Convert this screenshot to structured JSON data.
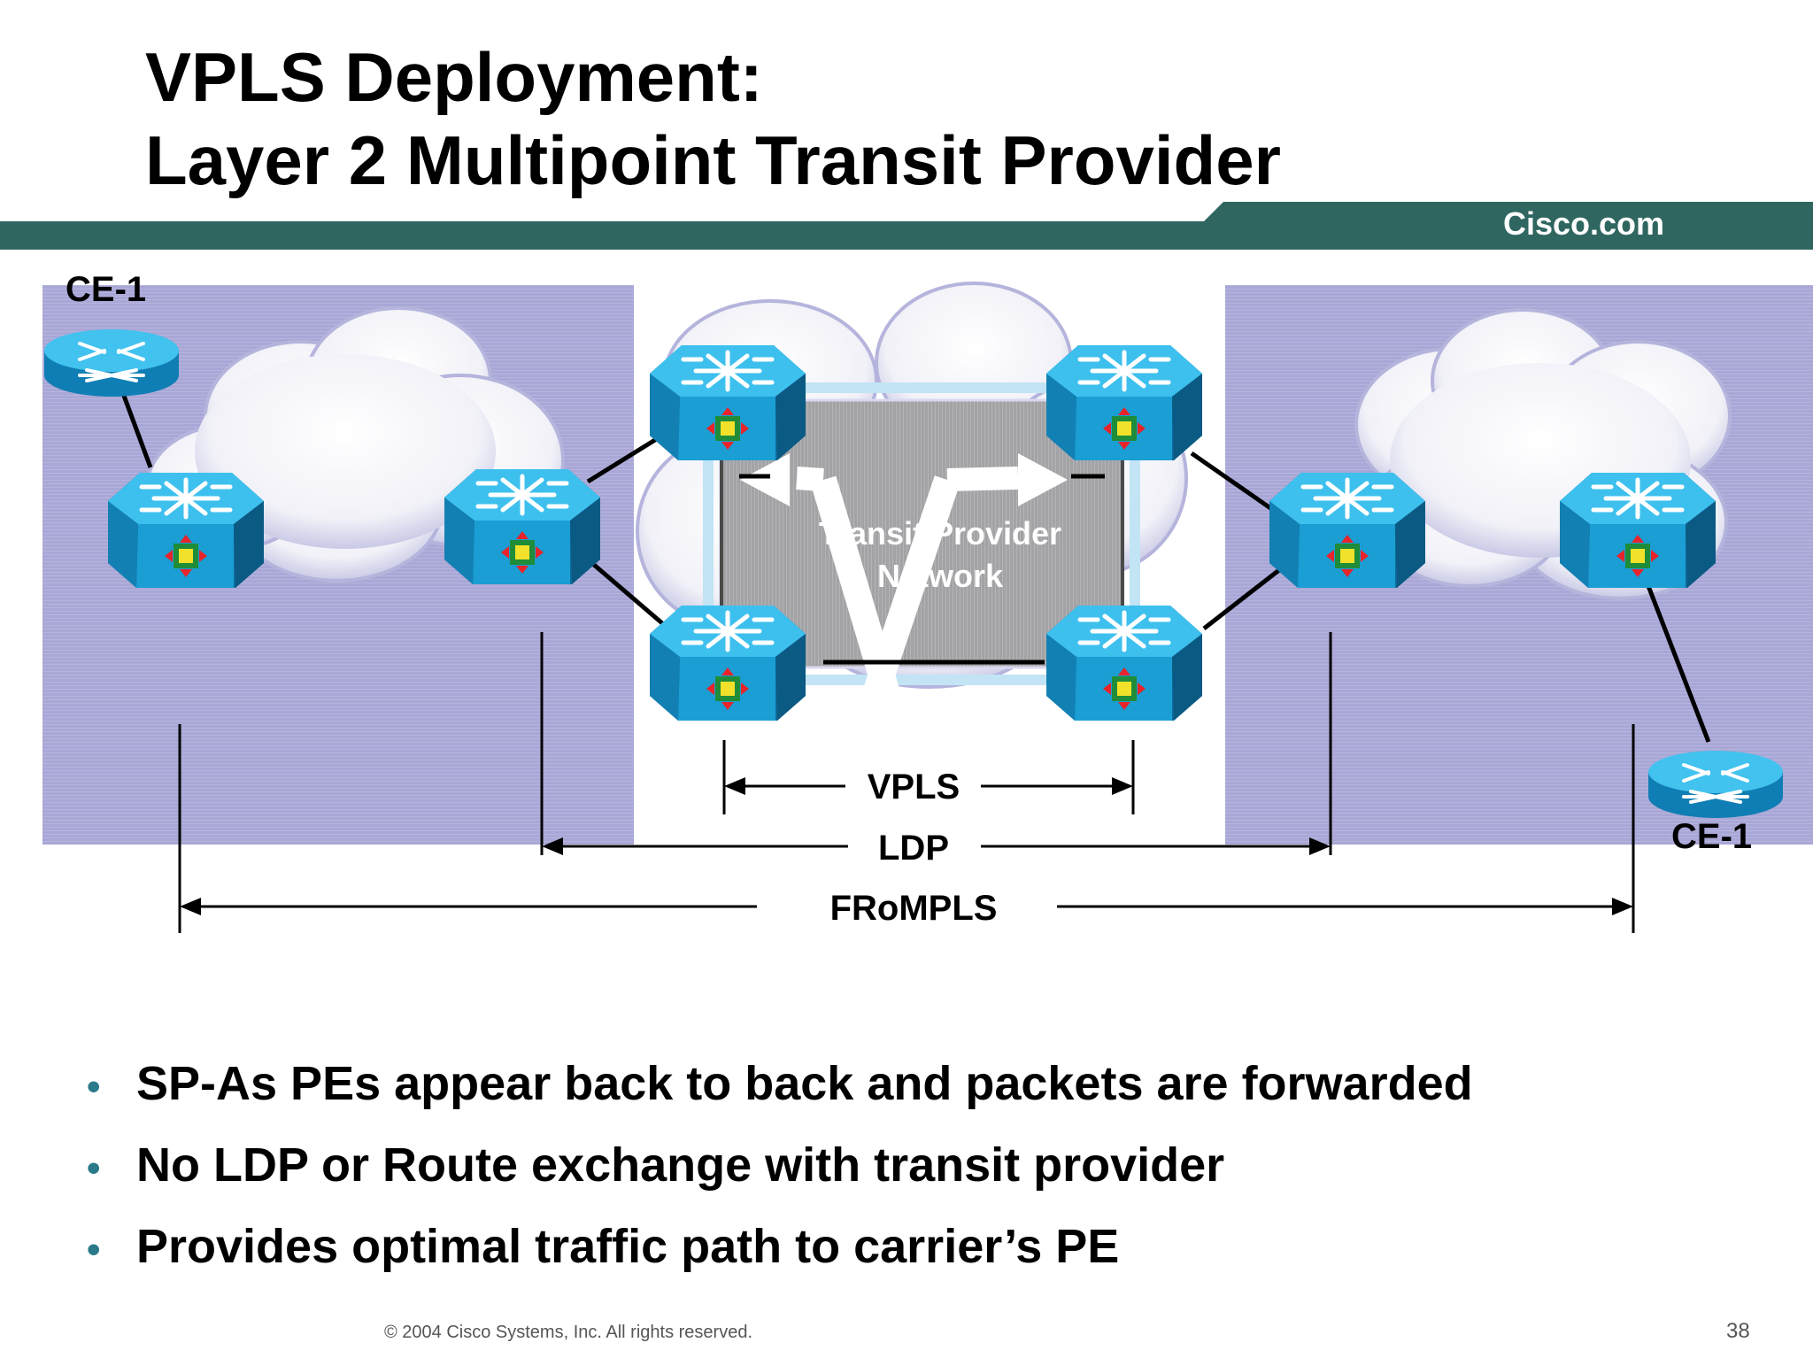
{
  "slide": {
    "title_line1": "VPLS Deployment:",
    "title_line2": "Layer 2 Multipoint Transit Provider",
    "brand": "Cisco.com",
    "footer": "© 2004 Cisco Systems, Inc. All rights reserved.",
    "page_number": "38"
  },
  "diagram": {
    "ce_left_label": "CE-1",
    "ce_right_label": "CE-1",
    "transit_label_line1": "Transit Provider",
    "transit_label_line2": "Network",
    "spans": {
      "vpls": "VPLS",
      "ldp": "LDP",
      "frompls": "FRoMPLS"
    }
  },
  "bullets": [
    "SP-As PEs appear back to back and packets are forwarded",
    "No LDP or Route exchange with transit provider",
    "Provides optimal traffic path to carrier’s PE"
  ],
  "colors": {
    "banner": "#2f6660",
    "region": "#a8a6d4",
    "device": "#1a9ed4",
    "bullet_dot": "#2a7a8a"
  }
}
